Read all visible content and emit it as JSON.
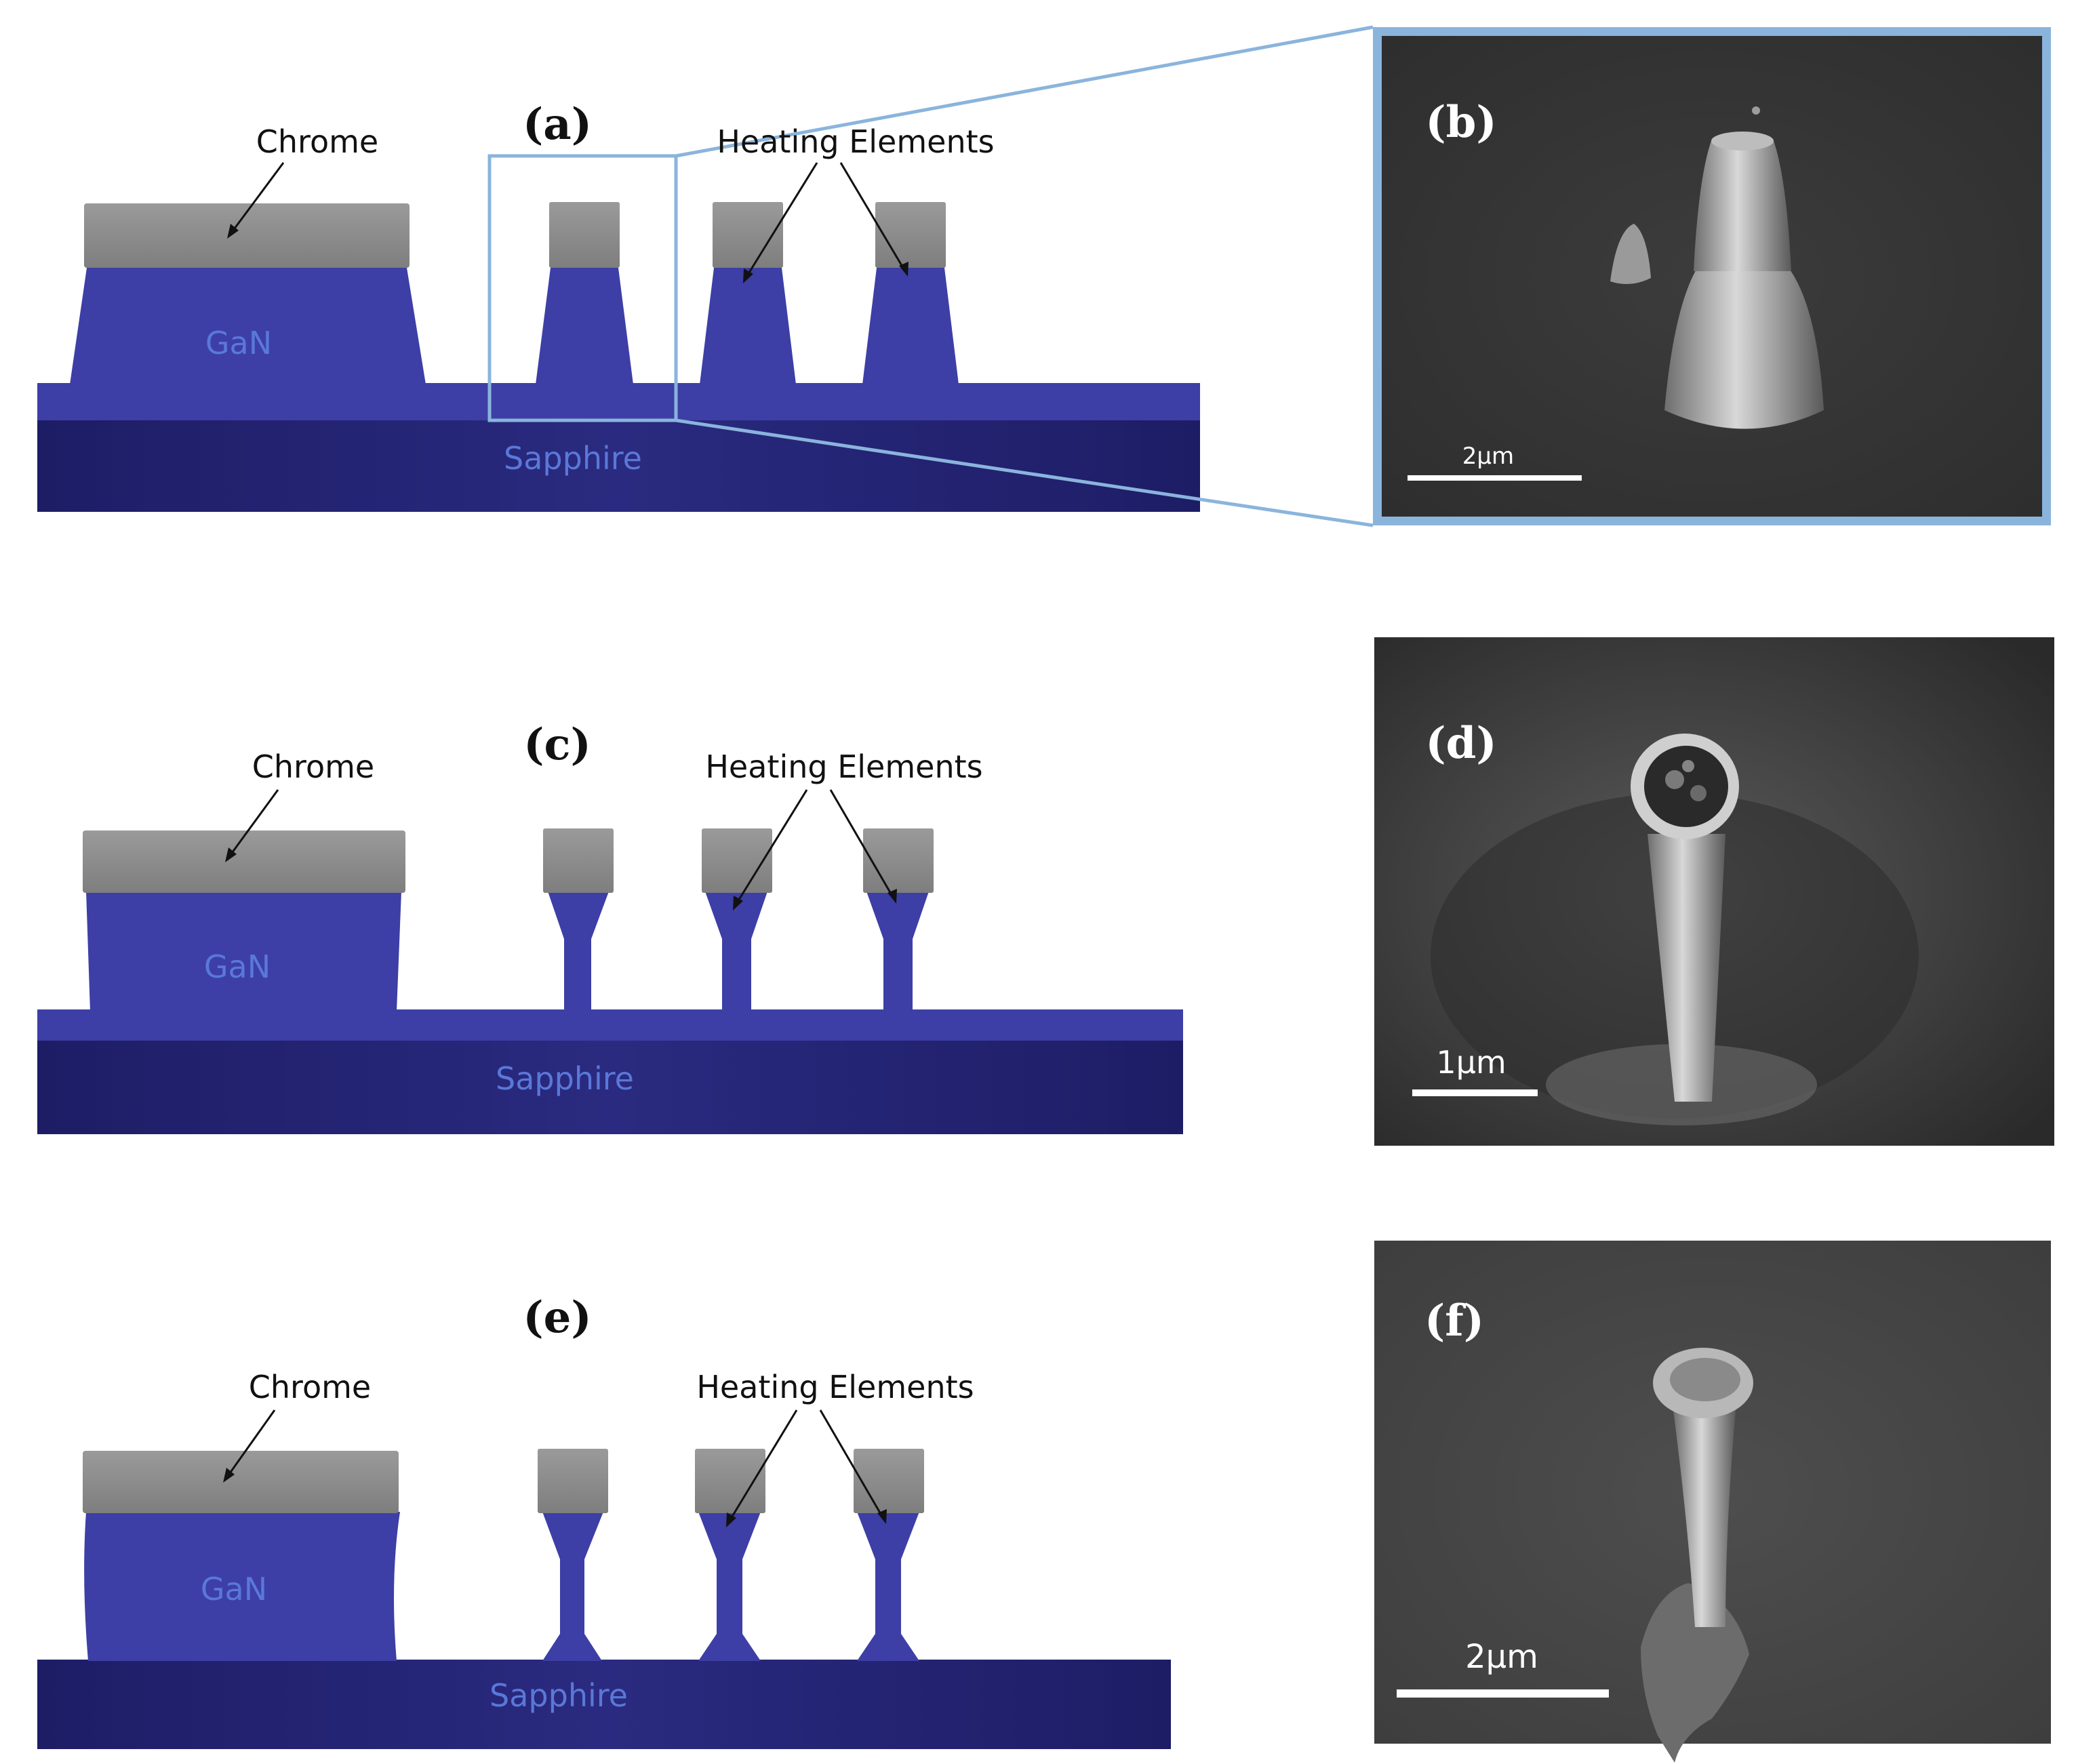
{
  "labels": {
    "chrome": "Chrome",
    "heating_elements": "Heating Elements",
    "gan": "GaN",
    "sapphire": "Sapphire"
  },
  "panels": [
    "(a)",
    "(b)",
    "(c)",
    "(d)",
    "(e)",
    "(f)"
  ],
  "scale_bars": {
    "b": "2μm",
    "d": "1μm",
    "f": "2μm"
  },
  "colors": {
    "gan": "#3d3fa6",
    "gan_dark": "#2b2d8c",
    "sapphire": "#1f1f6e",
    "chrome": "#8c8c8c",
    "highlight_box": "#8ab4dc",
    "sem_bg": "#3a3a3a"
  }
}
